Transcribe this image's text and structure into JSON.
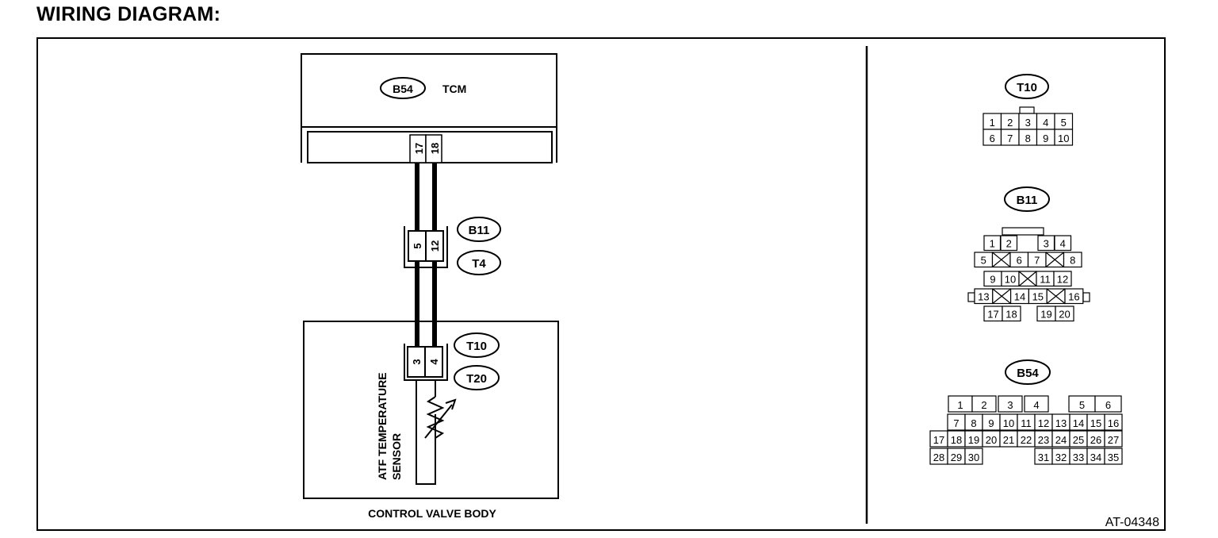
{
  "header": {
    "title": "WIRING DIAGRAM:"
  },
  "tcm": {
    "connector": "B54",
    "label": "TCM",
    "pins": [
      "17",
      "18"
    ]
  },
  "joint_connector": {
    "labels": [
      "B11",
      "T4"
    ],
    "pins": [
      "5",
      "12"
    ]
  },
  "sensor_connector": {
    "labels": [
      "T10",
      "T20"
    ],
    "pins": [
      "3",
      "4"
    ]
  },
  "sensor": {
    "line1": "ATF TEMPERATURE",
    "line2": "SENSOR"
  },
  "control_valve": {
    "label": "CONTROL VALVE BODY"
  },
  "figure_id": "AT-04348",
  "pinouts": {
    "t10": {
      "label": "T10",
      "rows": [
        [
          "1",
          "2",
          "3",
          "4",
          "5"
        ],
        [
          "6",
          "7",
          "8",
          "9",
          "10"
        ]
      ]
    },
    "b11": {
      "label": "B11",
      "row1": [
        "1",
        "2",
        "",
        "3",
        "4"
      ],
      "row2": [
        "5",
        "",
        "6",
        "7",
        "",
        "8"
      ],
      "row3": [
        "9",
        "10",
        "",
        "11",
        "12"
      ],
      "row4": [
        "13",
        "",
        "14",
        "15",
        "",
        "16"
      ],
      "row5": [
        "17",
        "18",
        "",
        "19",
        "20"
      ]
    },
    "b54": {
      "label": "B54",
      "row1": [
        "1",
        "2",
        "3",
        "4",
        "",
        "5",
        "6"
      ],
      "row2": [
        "7",
        "8",
        "9",
        "10",
        "11",
        "12",
        "13",
        "14",
        "15",
        "16"
      ],
      "row3": [
        "17",
        "18",
        "19",
        "20",
        "21",
        "22",
        "23",
        "24",
        "25",
        "26",
        "27"
      ],
      "row4": [
        "28",
        "29",
        "30",
        "",
        "",
        "",
        "31",
        "32",
        "33",
        "34",
        "35"
      ]
    }
  }
}
